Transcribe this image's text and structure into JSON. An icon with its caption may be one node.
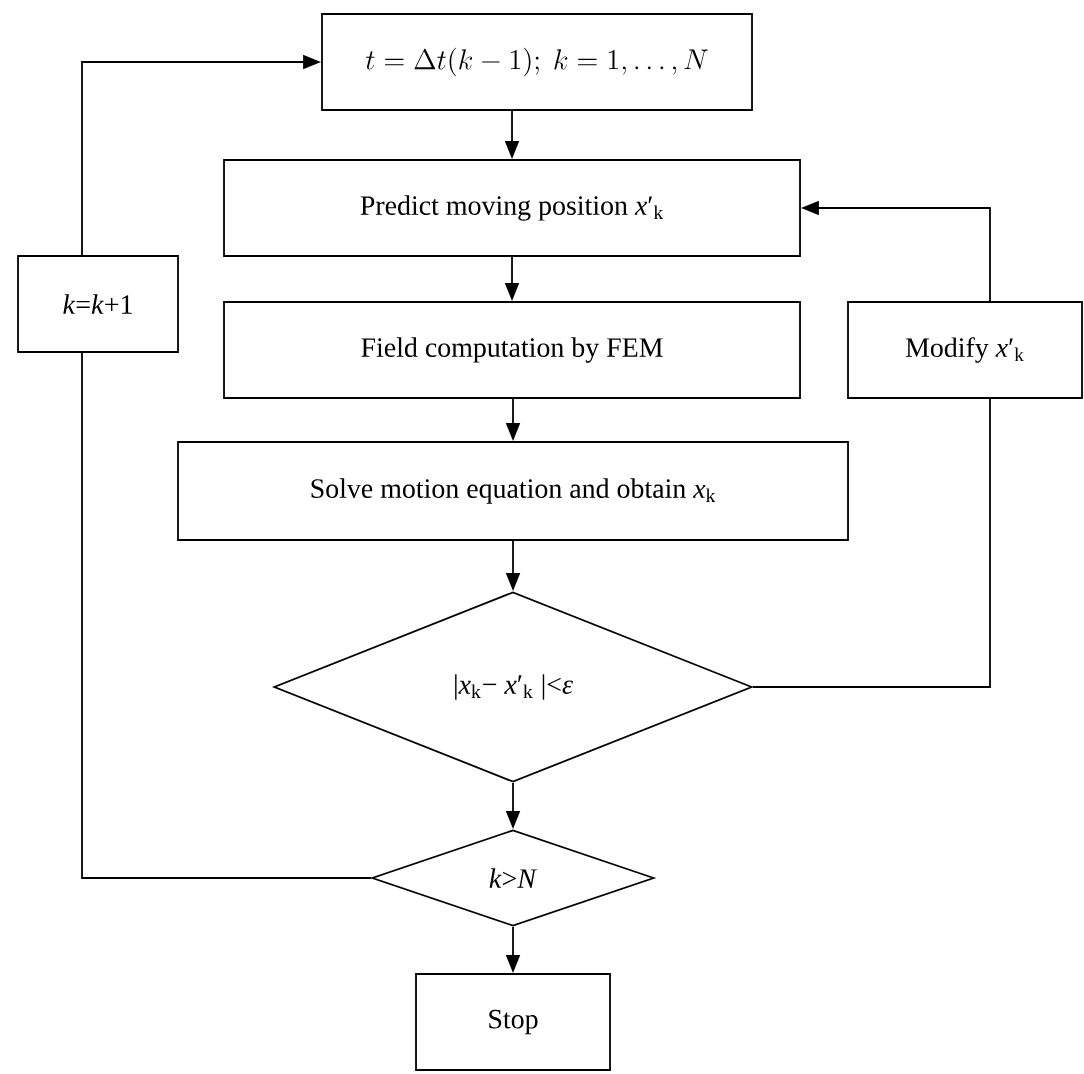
{
  "diagram": {
    "nodes": [
      {
        "text": [
          "t=\\Delta t(k-1);\\ k=1,\\ldots,N"
        ]
      },
      {
        "text": [
          "Predict moving position  *x*′$_{k}$"
        ]
      },
      {
        "text": [
          "Field computation by FEM"
        ]
      },
      {
        "text": [
          "Solve motion equation and obtain *x*$_{k}$"
        ]
      },
      {
        "text": [
          "|*x*$_{k}$− *x*′$_{k}$ |<*ε*"
        ]
      },
      {
        "text": [
          "*k*>*N*"
        ]
      },
      {
        "text": [
          "Stop"
        ]
      },
      {
        "text": [
          "*k*=*k*+1"
        ]
      },
      {
        "text": [
          "Modify  *x*′$_{k}$"
        ]
      }
    ],
    "edges": [
      {
        "from": 0,
        "to": 1,
        "arrow": "to"
      },
      {
        "from": 1,
        "to": 2,
        "arrow": "to"
      },
      {
        "from": 2,
        "to": 3,
        "arrow": "to"
      },
      {
        "from": 3,
        "to": 4,
        "arrow": "to"
      },
      {
        "from": 4,
        "to": 5,
        "arrow": "to"
      },
      {
        "from": 5,
        "to": 6,
        "arrow": "to"
      },
      {
        "from": 5,
        "to": 7,
        "arrow": "none"
      },
      {
        "from": 7,
        "to": 0,
        "arrow": "to"
      },
      {
        "from": 4,
        "to": 8,
        "arrow": "none"
      },
      {
        "from": 8,
        "to": 1,
        "arrow": "to"
      }
    ]
  }
}
